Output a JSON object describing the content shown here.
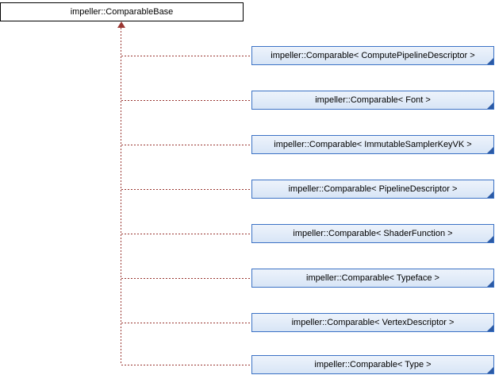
{
  "base_class": {
    "label": "impeller::ComparableBase"
  },
  "derived_classes": [
    {
      "label": "impeller::Comparable< ComputePipelineDescriptor >"
    },
    {
      "label": "impeller::Comparable< Font >"
    },
    {
      "label": "impeller::Comparable< ImmutableSamplerKeyVK >"
    },
    {
      "label": "impeller::Comparable< PipelineDescriptor >"
    },
    {
      "label": "impeller::Comparable< ShaderFunction >"
    },
    {
      "label": "impeller::Comparable< Typeface >"
    },
    {
      "label": "impeller::Comparable< VertexDescriptor >"
    },
    {
      "label": "impeller::Comparable< Type >"
    }
  ],
  "colors": {
    "edge": "#9a3732",
    "node_border": "#3c72c5",
    "node_fill_top": "#edf3fb",
    "node_fill_bottom": "#d8e5f6",
    "node_fold": "#2b5aa5",
    "base_border": "#000000",
    "base_fill": "#ffffff",
    "text": "#000000",
    "background": "#ffffff"
  }
}
